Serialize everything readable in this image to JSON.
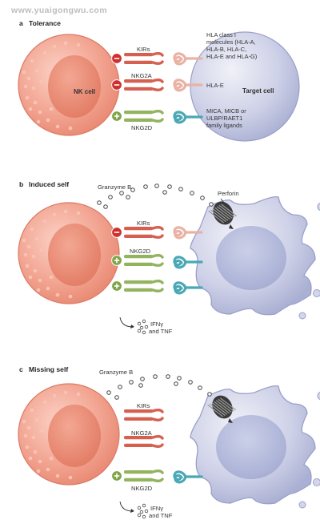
{
  "watermark": "www.yuaigongwu.com",
  "panel_a": {
    "letter": "a",
    "title": "Tolerance",
    "nk_label": "NK cell",
    "target_label": "Target cell",
    "receptors": [
      "KIRs",
      "NKG2A",
      "NKG2D"
    ],
    "ligands": [
      [
        "HLA class I",
        "molecules (HLA-A,",
        "HLA-B, HLA-C,",
        "HLA-E and HLA-G)"
      ],
      [
        "HLA-E"
      ],
      [
        "MICA, MICB or",
        "ULBP/RAET1",
        "family ligands"
      ]
    ]
  },
  "panel_b": {
    "letter": "b",
    "title": "Induced self",
    "granzyme": "Granzyme B",
    "perforin": "Perforin",
    "receptors": [
      "KIRs",
      "NKG2D"
    ],
    "cytokines": [
      "IFNγ",
      "and TNF"
    ]
  },
  "panel_c": {
    "letter": "c",
    "title": "Missing self",
    "granzyme": "Granzyme B",
    "receptors": [
      "KIRs",
      "NKG2A",
      "NKG2D"
    ],
    "cytokines": [
      "IFNγ",
      "and TNF"
    ]
  },
  "colors": {
    "nk_cell": "#f3a897",
    "nucleus": "#ee8d78",
    "granule": "#f7c3b4",
    "kir": "#d6604f",
    "kir_light": "#e9b2a4",
    "nkg2d": "#93b35f",
    "ligand_teal": "#4aa8b4",
    "target_cell": "#c7cbe4",
    "inhibitory_badge": "#cf2f2f",
    "activating_badge": "#7fa448"
  }
}
